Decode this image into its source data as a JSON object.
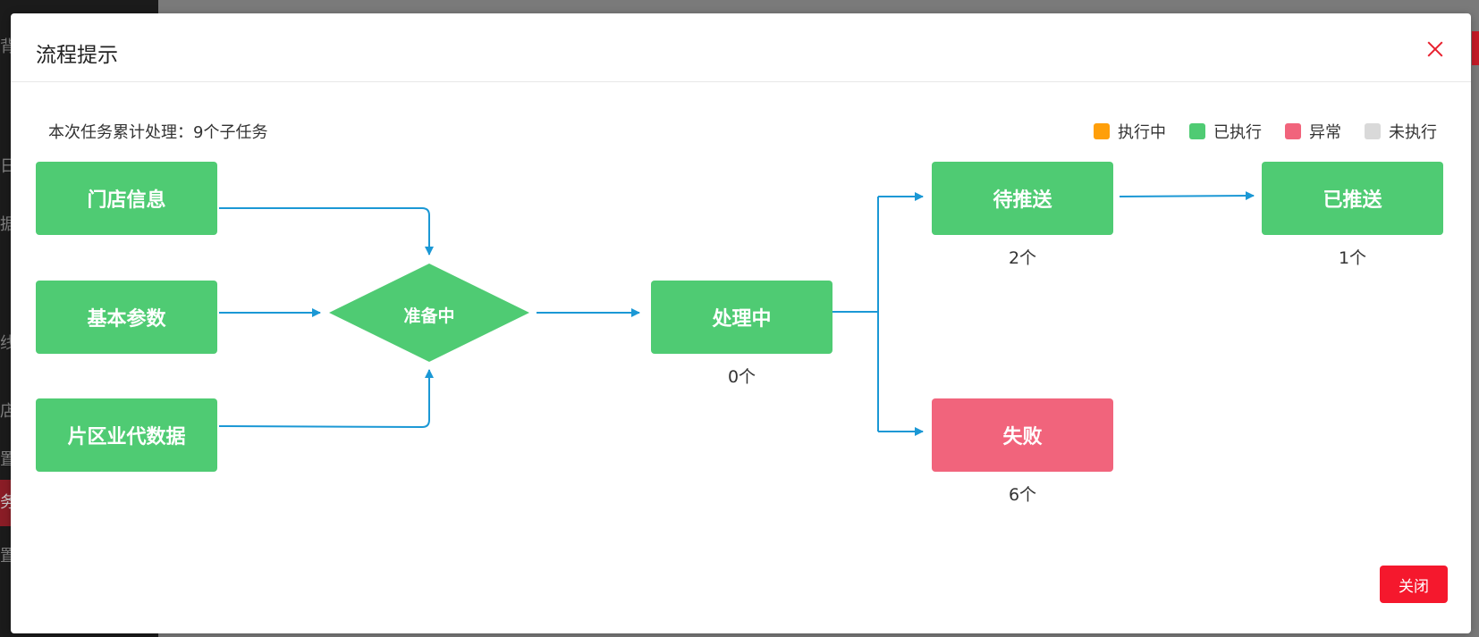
{
  "background": {
    "sidebar_fragments": [
      "背",
      "日",
      "据",
      "线",
      "店",
      "置",
      "务",
      "置"
    ]
  },
  "dialog": {
    "title": "流程提示",
    "summary": "本次任务累计处理：9个子任务",
    "close_button": "关闭"
  },
  "legend": [
    {
      "label": "执行中",
      "color": "#ff9f0a"
    },
    {
      "label": "已执行",
      "color": "#4fcb73"
    },
    {
      "label": "异常",
      "color": "#f1647c"
    },
    {
      "label": "未执行",
      "color": "#d9d9d9"
    }
  ],
  "flow": {
    "inputs": [
      "门店信息",
      "基本参数",
      "片区业代数据"
    ],
    "gate": "准备中",
    "processing": {
      "label": "处理中",
      "count": "0个"
    },
    "pending_push": {
      "label": "待推送",
      "count": "2个"
    },
    "pushed": {
      "label": "已推送",
      "count": "1个"
    },
    "failed": {
      "label": "失败",
      "count": "6个"
    }
  },
  "colors": {
    "success": "#4fcb73",
    "error": "#f1647c",
    "arrow": "#1b98d5",
    "danger_button": "#f5182d"
  }
}
